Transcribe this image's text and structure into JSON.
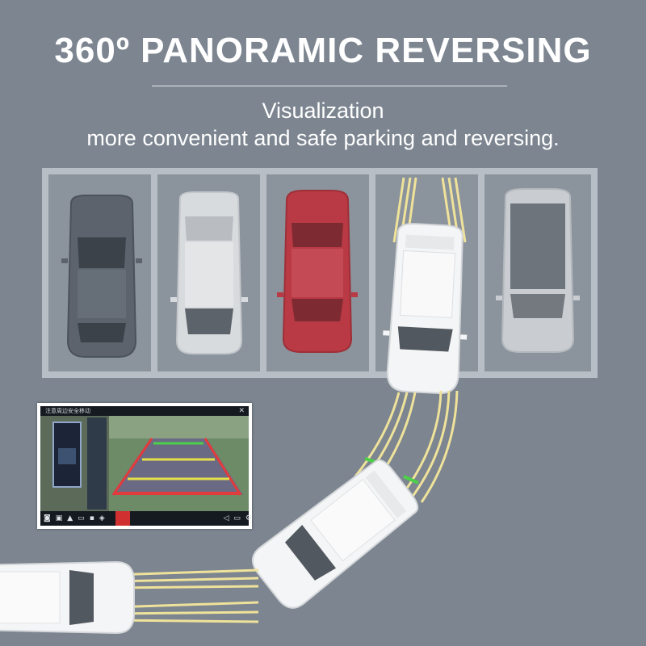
{
  "header": {
    "title": "360º PANORAMIC REVERSING",
    "subtitle_line1": "Visualization",
    "subtitle_line2": "more convenient and safe parking and reversing."
  },
  "inset": {
    "caption": "注意周边安全移动",
    "close_glyph": "✕",
    "toolbar_icons": [
      "camera-icon",
      "front-view-icon",
      "car-icon",
      "rear-view-icon",
      "car-front-icon",
      "car-rear-icon",
      "volume-icon",
      "battery-icon",
      "settings-icon"
    ]
  },
  "colors": {
    "background": "#7c8590",
    "parked_dark": "#5a616b",
    "parked_white": "#d3d6d9",
    "parked_red": "#b8353f",
    "guide_yellow": "#efe29a",
    "guide_green": "#4cd04a"
  }
}
